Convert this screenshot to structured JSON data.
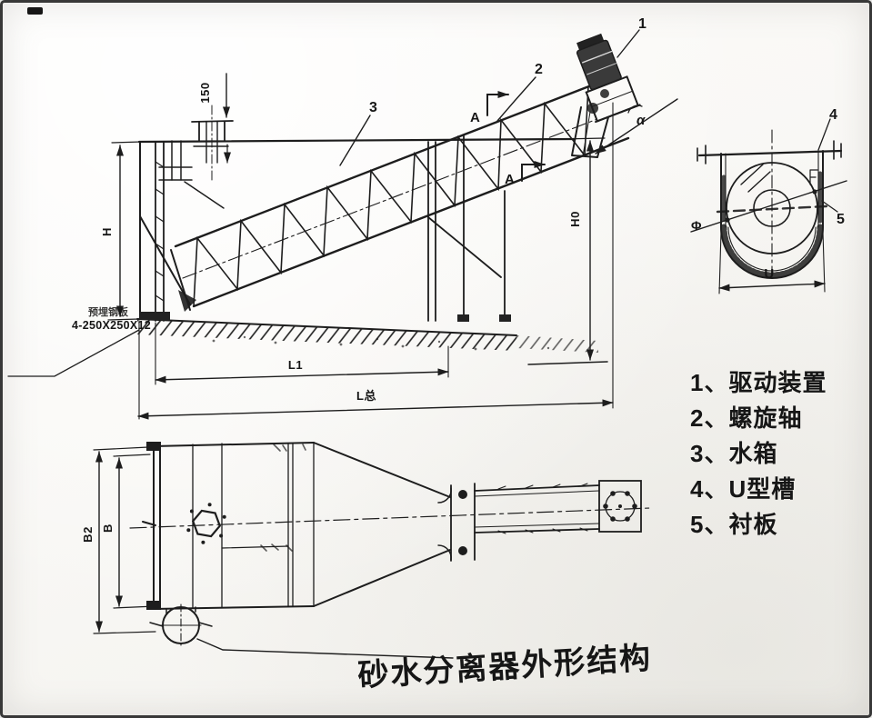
{
  "page": {
    "title": "砂水分离器外形结构"
  },
  "legend": {
    "items": [
      "1、驱动装置",
      "2、螺旋轴",
      "3、水箱",
      "4、U型槽",
      "5、衬板"
    ]
  },
  "callouts": {
    "part1": "1",
    "part2": "2",
    "part3": "3",
    "part4": "4",
    "part5": "5"
  },
  "sections": {
    "a_upper": "A",
    "a_lower": "A"
  },
  "dimensions": {
    "inlet_height": "150",
    "tank_height": "H",
    "discharge_height": "H0",
    "length_l1": "L1",
    "length_total": "L总",
    "trough_width": "U",
    "shaft_diameter": "Φ",
    "incline_angle": "α",
    "plan_width_outer": "B2",
    "plan_width_inner": "B"
  },
  "notes": {
    "anchor_plate_line1": "预埋钢板",
    "anchor_plate_line2": "4-250X250X12"
  },
  "colors": {
    "ink": "#1d1d1d",
    "paper": "#fbfaf8",
    "frame": "#383838"
  }
}
